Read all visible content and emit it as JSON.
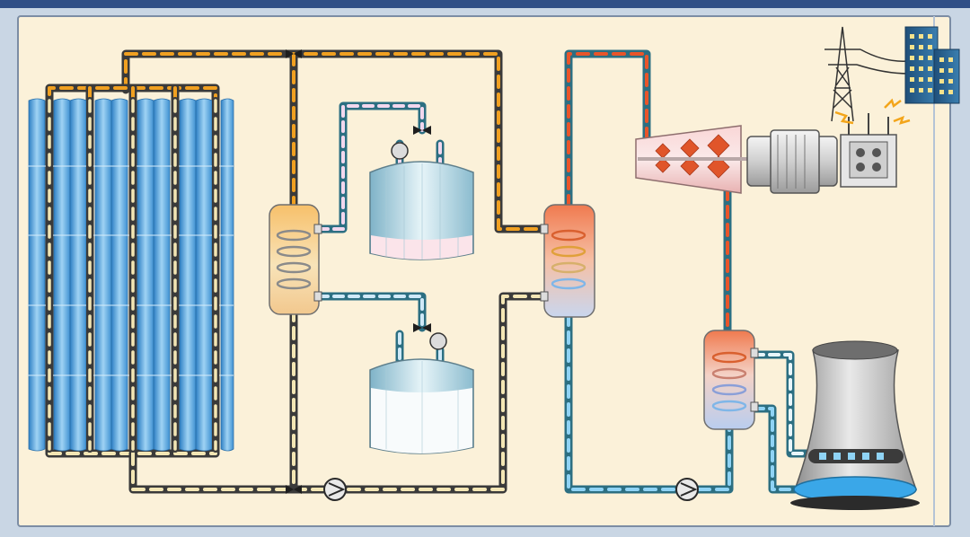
{
  "scene": {
    "kind": "schematic",
    "components": [
      {
        "id": "solar-field",
        "icon": "parabolic-trough-collectors-icon"
      },
      {
        "id": "hot-salt-exchanger",
        "icon": "heat-exchanger-icon"
      },
      {
        "id": "hot-storage-tank",
        "icon": "storage-tank-icon"
      },
      {
        "id": "cold-storage-tank",
        "icon": "storage-tank-icon"
      },
      {
        "id": "steam-generator",
        "icon": "heat-exchanger-icon"
      },
      {
        "id": "steam-turbine",
        "icon": "turbine-icon"
      },
      {
        "id": "generator",
        "icon": "generator-icon"
      },
      {
        "id": "transformer",
        "icon": "transformer-icon"
      },
      {
        "id": "transmission-tower",
        "icon": "pylon-icon"
      },
      {
        "id": "city",
        "icon": "city-buildings-icon"
      },
      {
        "id": "condenser",
        "icon": "heat-exchanger-icon"
      },
      {
        "id": "cooling-tower",
        "icon": "cooling-tower-icon"
      },
      {
        "id": "oil-pump",
        "icon": "pump-icon"
      },
      {
        "id": "water-pump",
        "icon": "pump-icon"
      }
    ],
    "colors": {
      "background": "#fbf1d9",
      "frame": "#2f4f86",
      "hot_oil": "#f0a021",
      "cold_oil": "#f3e6b4",
      "pipe_dark": "#3a3a3a",
      "hot_water": "#e8552a",
      "cold_water": "#8fd3f5",
      "water_pipe": "#2c6f82",
      "salt_hot_dash": "#f2d7ee",
      "panel_blue": "#4a9ed9"
    }
  }
}
